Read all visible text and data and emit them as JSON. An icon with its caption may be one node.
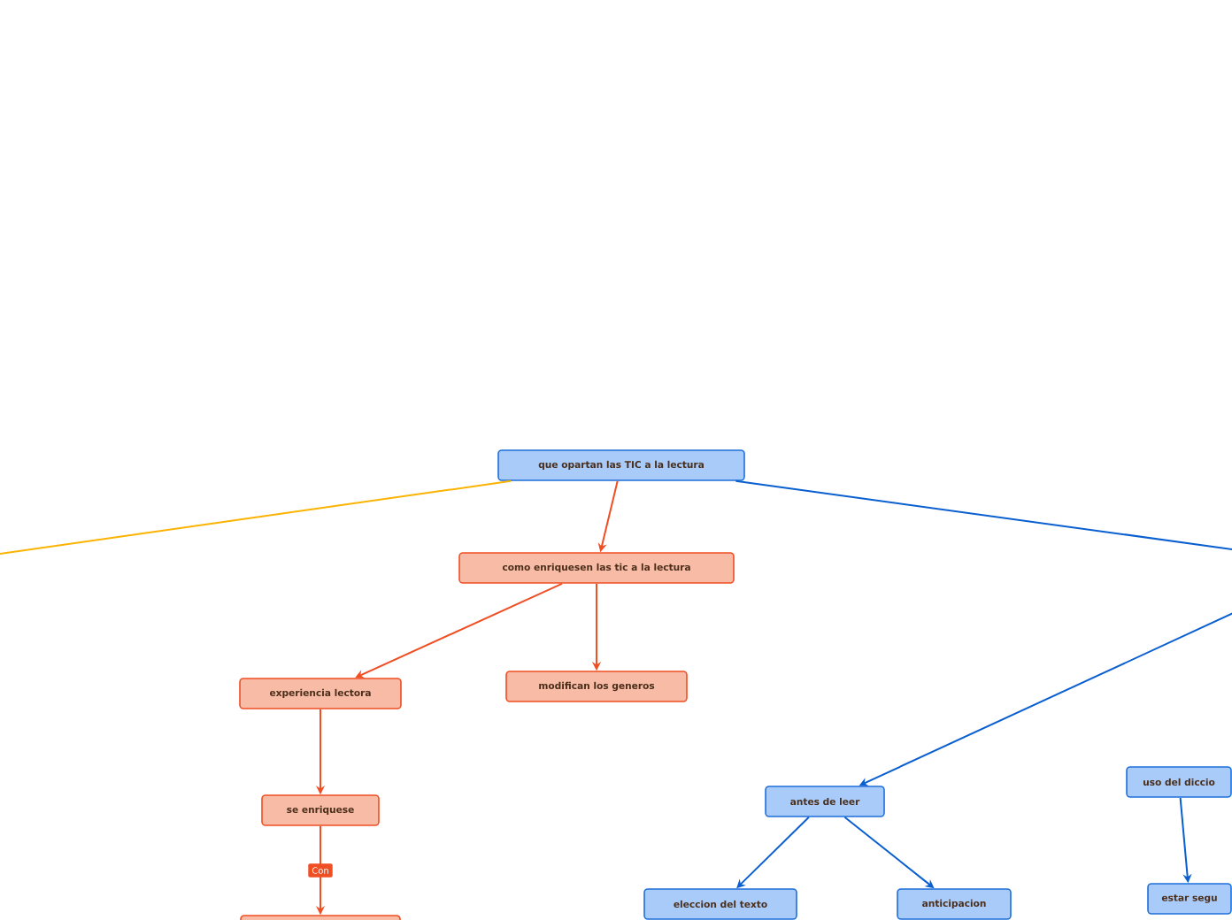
{
  "diagram": {
    "nodes": [
      {
        "text": [
          "que opartan las TIC a la lectura"
        ]
      },
      {
        "text": [
          "como enriquesen las tic a la lectura"
        ]
      },
      {
        "text": [
          "experiencia lectora"
        ]
      },
      {
        "text": [
          "modifican los generos"
        ]
      },
      {
        "text": [
          "se enriquese"
        ]
      },
      {
        "text": [],
        "shape": "box"
      },
      {
        "text": [
          "antes de leer"
        ]
      },
      {
        "text": [
          "uso del diccio"
        ]
      },
      {
        "text": [
          "estar segu"
        ]
      },
      {
        "text": [
          "eleccion del texto"
        ]
      },
      {
        "text": [
          "anticipacion"
        ]
      }
    ],
    "edges": [
      {
        "from": 0,
        "to": 1,
        "arrow": "to",
        "color": "#f04e23"
      },
      {
        "from": 1,
        "to": 2,
        "arrow": "to",
        "color": "#f04e23"
      },
      {
        "from": 1,
        "to": 3,
        "arrow": "to",
        "color": "#f04e23"
      },
      {
        "from": 2,
        "to": 4,
        "arrow": "to",
        "color": "#f04e23"
      },
      {
        "from": 4,
        "to": 5,
        "arrow": "to",
        "label": "Con",
        "color": "#f04e23"
      },
      {
        "from": 0,
        "to": null,
        "arrow": "none",
        "color": "#fbb300"
      },
      {
        "from": 0,
        "to": null,
        "arrow": "none",
        "color": "#0a5fd0"
      },
      {
        "from": null,
        "to": 6,
        "arrow": "to",
        "color": "#0a5fd0"
      },
      {
        "from": 6,
        "to": 9,
        "arrow": "to",
        "color": "#0a5fd0"
      },
      {
        "from": 6,
        "to": 10,
        "arrow": "to",
        "color": "#0a5fd0"
      },
      {
        "from": 7,
        "to": 8,
        "arrow": "to",
        "color": "#0a5fd0"
      }
    ]
  }
}
